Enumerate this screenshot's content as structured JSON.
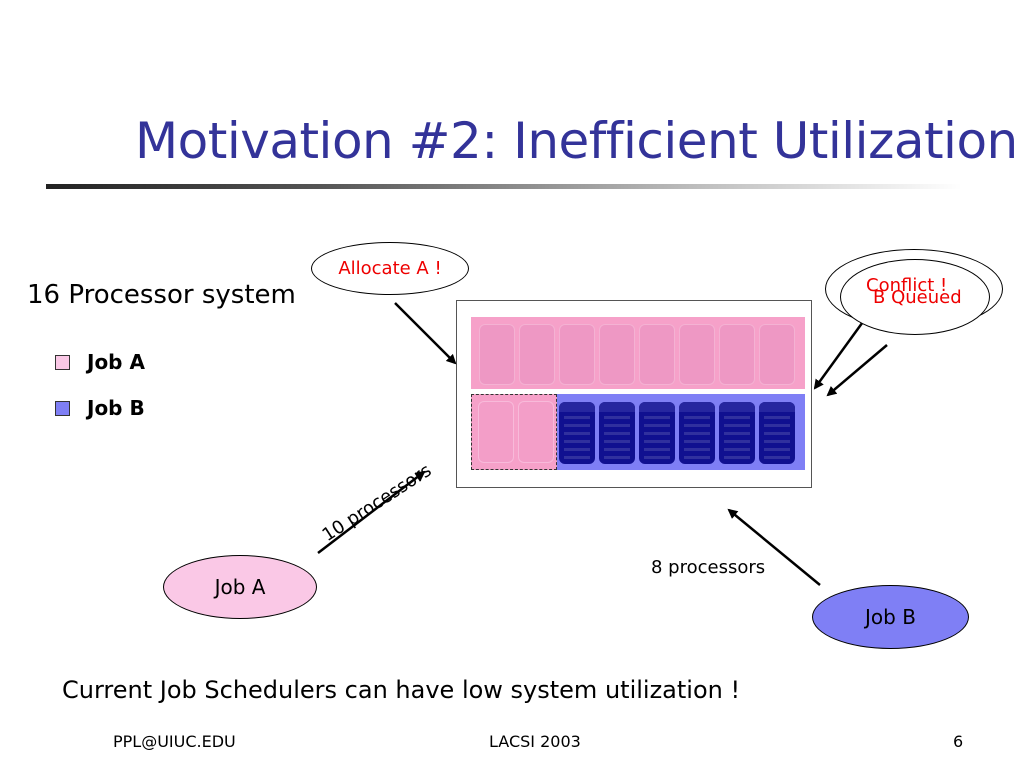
{
  "slide": {
    "title": "Motivation #2: Inefficient Utilization",
    "system_label": "16 Processor system",
    "legend": [
      {
        "label": "Job A",
        "color": "#fac8e6"
      },
      {
        "label": "Job B",
        "color": "#7f7ff5"
      }
    ],
    "callouts": {
      "allocate": "Allocate A !",
      "conflict": "Conflict !",
      "queued": "B Queued"
    },
    "jobs": {
      "job_a": {
        "label": "Job A",
        "processors": "10 processors",
        "color": "#fac8e6"
      },
      "job_b": {
        "label": "Job B",
        "processors": "8 processors",
        "color": "#7f7ff5"
      }
    },
    "note": "Current Job Schedulers can have low system utilization !"
  },
  "footer": {
    "left": "PPL@UIUC.EDU",
    "center": "LACSI 2003",
    "page": "6"
  },
  "colors": {
    "title": "#333399",
    "callout_text": "#ee0000",
    "job_a_fill": "#f6a1c9",
    "job_b_fill": "#7f7ff5",
    "processor_b": "#101090"
  }
}
